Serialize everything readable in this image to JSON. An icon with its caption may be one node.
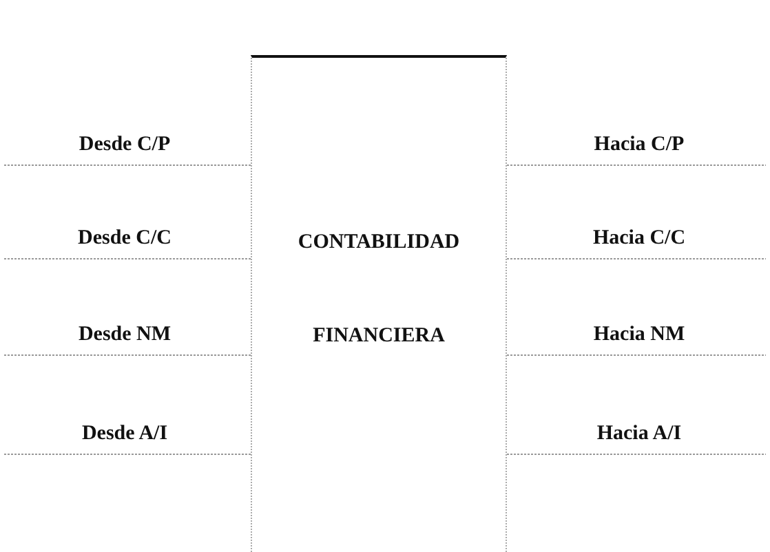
{
  "diagram": {
    "nodes": [
      {
        "text": [
          "CONTABILIDAD FINANCIERA"
        ]
      },
      {
        "text": [
          "Desde C/P"
        ]
      },
      {
        "text": [
          "Desde C/C"
        ]
      },
      {
        "text": [
          "Desde NM"
        ]
      },
      {
        "text": [
          "Desde A/I"
        ]
      },
      {
        "text": [
          "Hacia C/P"
        ]
      },
      {
        "text": [
          "Hacia C/C"
        ]
      },
      {
        "text": [
          "Hacia NM"
        ]
      },
      {
        "text": [
          "Hacia A/I"
        ]
      }
    ],
    "edges": [
      {
        "from": 1,
        "to": 0,
        "arrow": "none"
      },
      {
        "from": 2,
        "to": 0,
        "arrow": "none"
      },
      {
        "from": 3,
        "to": 0,
        "arrow": "none"
      },
      {
        "from": 4,
        "to": 0,
        "arrow": "none"
      },
      {
        "from": 0,
        "to": 5,
        "arrow": "none"
      },
      {
        "from": 0,
        "to": 6,
        "arrow": "none"
      },
      {
        "from": 0,
        "to": 7,
        "arrow": "none"
      },
      {
        "from": 0,
        "to": 8,
        "arrow": "none"
      }
    ]
  }
}
